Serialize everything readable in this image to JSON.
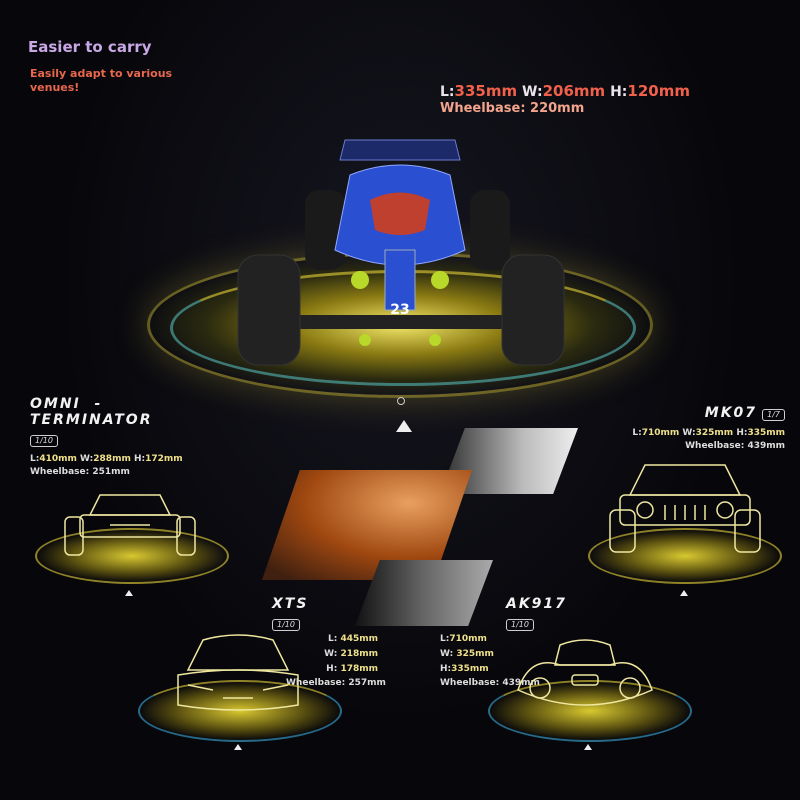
{
  "header": {
    "title": "Easier to carry",
    "subtitle": "Easily adapt to various venues!"
  },
  "main_car": {
    "length_label": "L:",
    "length": "335mm",
    "width_label": "W:",
    "width": "206mm",
    "height_label": "H:",
    "height": "120mm",
    "wheelbase": "Wheelbase: 220mm",
    "number_logo": "23",
    "body_color": "#2a4fd0"
  },
  "models": [
    {
      "name_line1": "OMNI  -",
      "name_line2": "TERMINATOR",
      "scale": "1/10",
      "L": "410mm",
      "W": "288mm",
      "H": "172mm",
      "wheelbase": "Wheelbase: 251mm"
    },
    {
      "name_line1": "MK07",
      "scale": "1/7",
      "L": "710mm",
      "W": "325mm",
      "H": "335mm",
      "wheelbase": "Wheelbase: 439mm"
    },
    {
      "name_line1": "XTS",
      "scale": "1/10",
      "L": "445mm",
      "W": "218mm",
      "H": "178mm",
      "wheelbase": "Wheelbase: 257mm"
    },
    {
      "name_line1": "AK917",
      "scale": "1/10",
      "L": "710mm",
      "W": "325mm",
      "H": "335mm",
      "wheelbase": "Wheelbase: 439mm"
    }
  ],
  "labels": {
    "L": "L:",
    "W": "W:",
    "H": "H:"
  },
  "colors": {
    "accent_value": "#efe08a",
    "main_value": "#f0604a",
    "title": "#c9a8e6",
    "subtitle": "#e8674d",
    "glow": "#e6d23a"
  }
}
